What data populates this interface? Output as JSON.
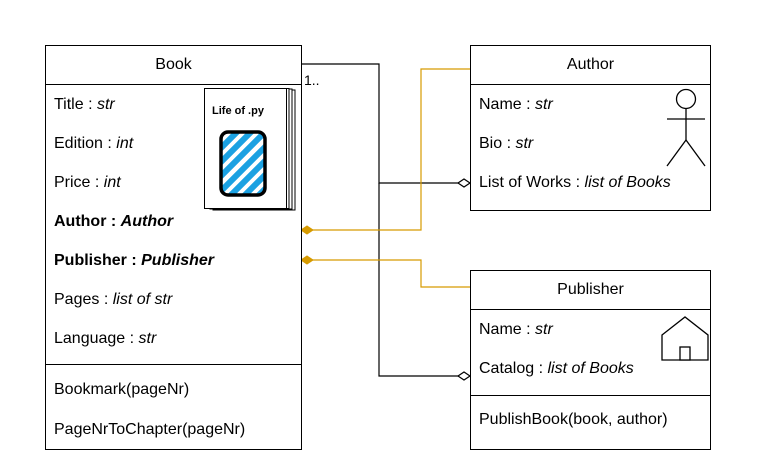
{
  "book": {
    "title": "Book",
    "attributes": [
      {
        "name": "Title : ",
        "type": "str"
      },
      {
        "name": "Edition : ",
        "type": "int"
      },
      {
        "name": "Price : ",
        "type": "int"
      },
      {
        "name": "Author : ",
        "type": "Author"
      },
      {
        "name": "Publisher : ",
        "type": "Publisher"
      },
      {
        "name": "Pages : ",
        "type": "list of str"
      },
      {
        "name": "Language : ",
        "type": "str"
      }
    ],
    "methods": [
      "Bookmark(pageNr)",
      "PageNrToChapter(pageNr)"
    ],
    "icon_label": "Life of .py",
    "multiplicity": "1.."
  },
  "author": {
    "title": "Author",
    "attributes": [
      {
        "name": "Name : ",
        "type": "str"
      },
      {
        "name": "Bio : ",
        "type": "str"
      },
      {
        "name": "List of Works : ",
        "type": "list of Books"
      }
    ]
  },
  "publisher": {
    "title": "Publisher",
    "attributes": [
      {
        "name": "Name : ",
        "type": "str"
      },
      {
        "name": "Catalog : ",
        "type": "list of Books"
      }
    ],
    "methods": [
      "PublishBook(book, author)"
    ]
  },
  "colors": {
    "composition": "#d79b00",
    "line": "#000000",
    "book_icon_fill": "#1ba1e2"
  },
  "icons": {
    "book": "book-icon",
    "author": "actor-icon",
    "publisher": "house-icon"
  }
}
